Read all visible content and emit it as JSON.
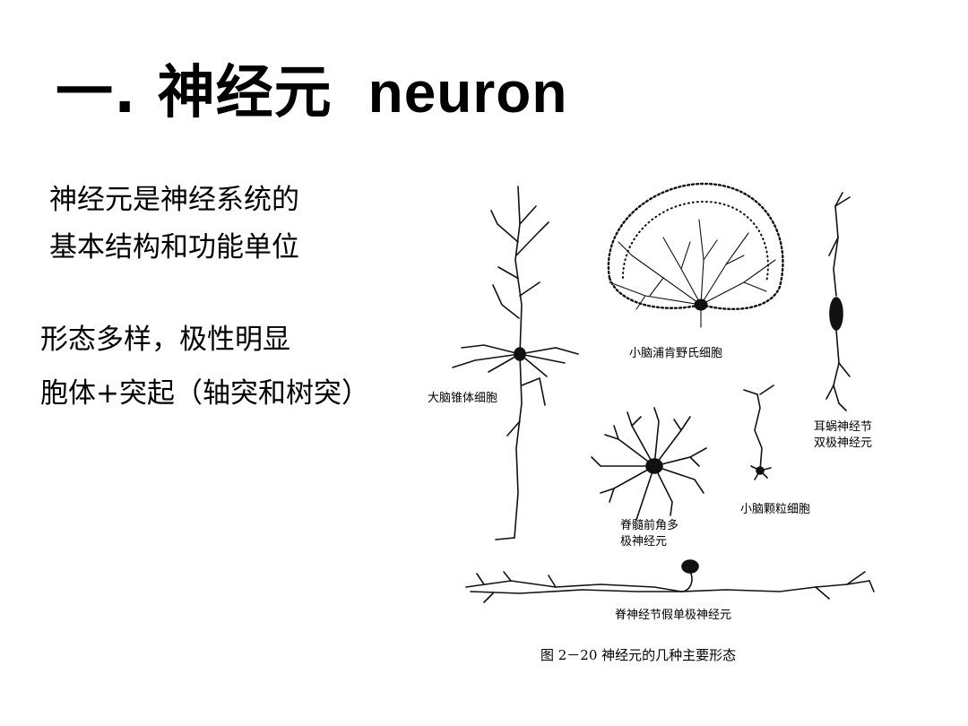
{
  "slide": {
    "title_cn": "一. 神经元",
    "title_en": "neuron",
    "para1_line1": "神经元是神经系统的",
    "para1_line2": "基本结构和功能单位",
    "point1": "形态多样，极性明显",
    "point2": "胞体+突起（轴突和树突）"
  },
  "figure": {
    "label_purkinje": "小脑浦肯野氏细胞",
    "label_pyramidal": "大脑锥体细胞",
    "label_bipolar_1": "耳蜗神经节",
    "label_bipolar_2": "双极神经元",
    "label_motor_1": "脊髓前角多",
    "label_motor_2": "极神经元",
    "label_granule": "小脑颗粒细胞",
    "label_pseudounipolar": "脊神经节假单极神经元",
    "caption": "图 2－20   神经元的几种主要形态"
  }
}
